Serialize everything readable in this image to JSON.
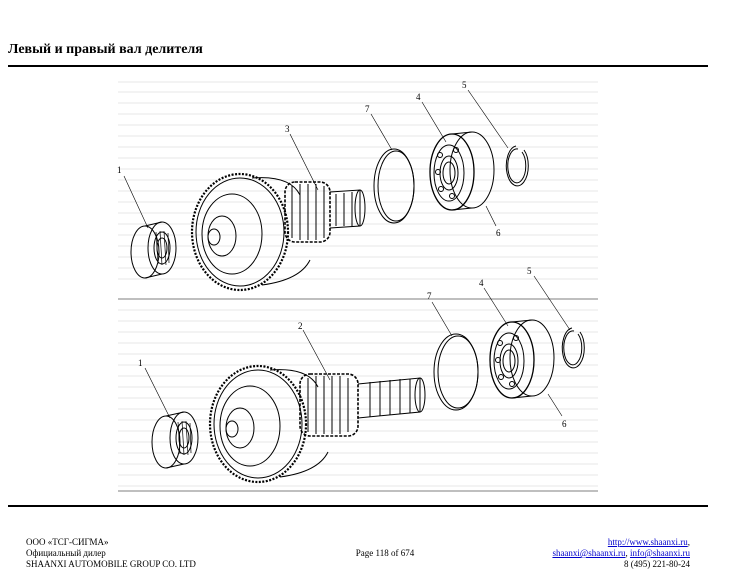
{
  "page_title": "Левый и правый вал делителя",
  "callouts": {
    "top": {
      "c1": "1",
      "c3": "3",
      "c7": "7",
      "c4": "4",
      "c5": "5",
      "c6": "6"
    },
    "bottom": {
      "c1": "1",
      "c2": "2",
      "c7": "7",
      "c4": "4",
      "c5": "5",
      "c6": "6"
    }
  },
  "footer": {
    "company": "ООО «ТСГ-СИГМА»",
    "dealer": "Официальный дилер",
    "group": "SHAANXI AUTOMOBILE GROUP CO. LTD",
    "page": "Page 118 of 674",
    "website": "http://www.shaanxi.ru",
    "email1": "shaanxi@shaanxi.ru",
    "email2": "info@shaanxi.ru",
    "phone": "8 (495) 221-80-24"
  }
}
